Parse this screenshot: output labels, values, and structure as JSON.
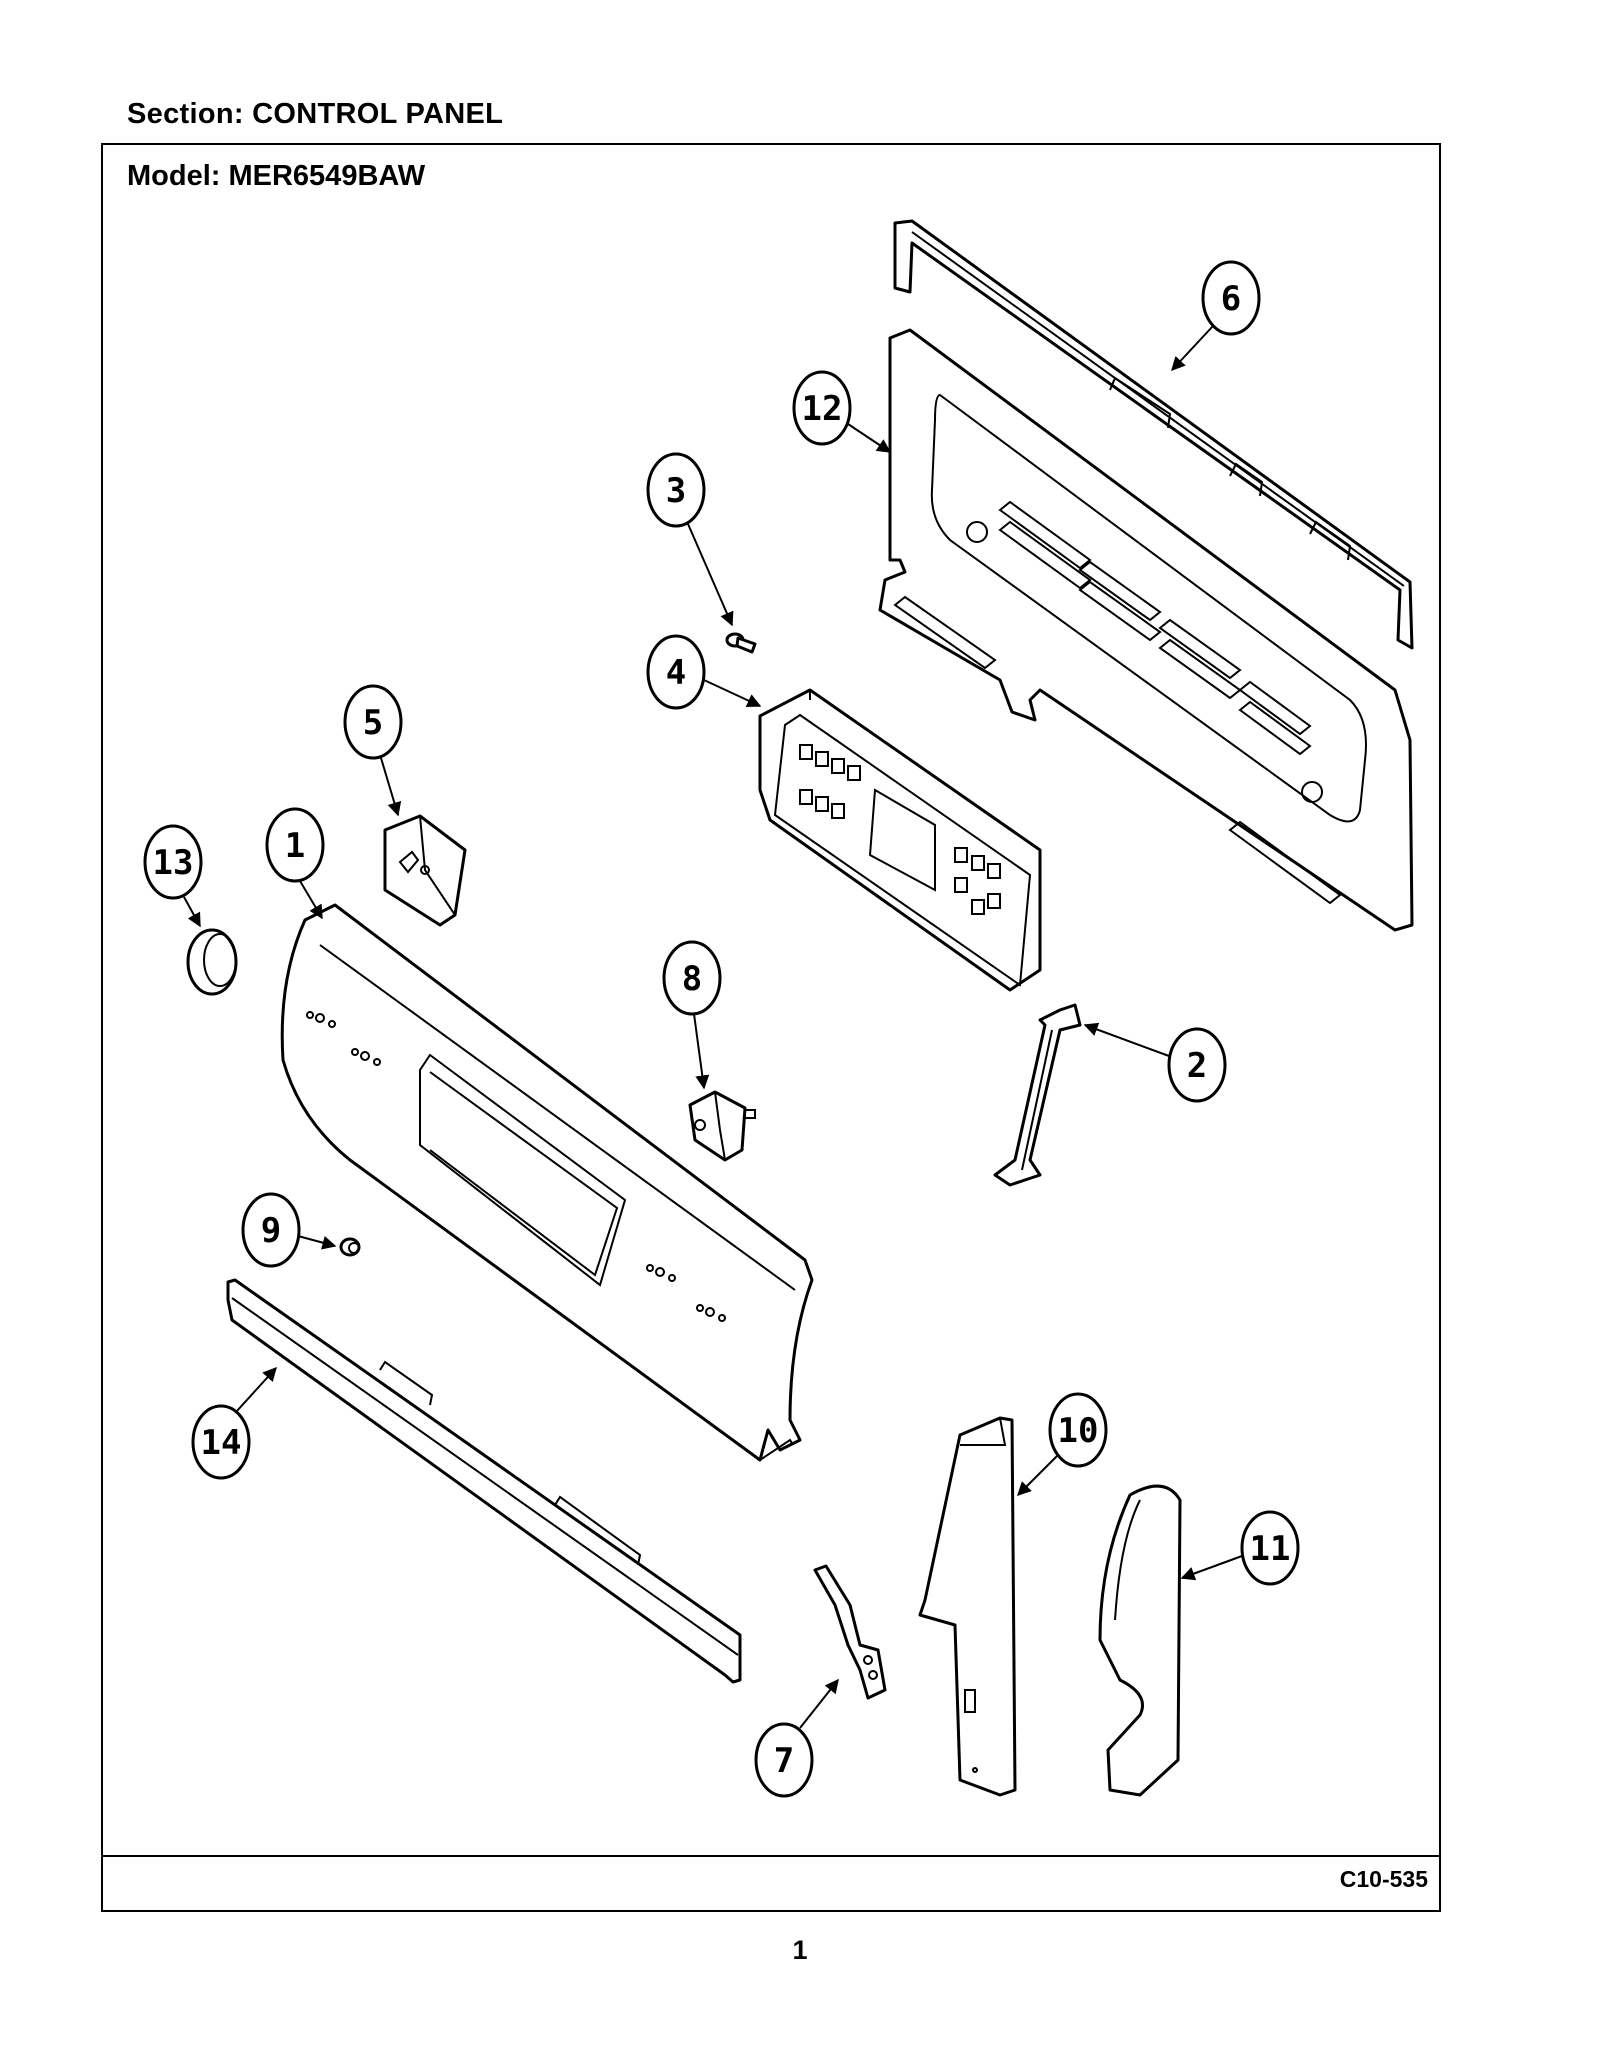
{
  "header": {
    "section_label": "Section:  CONTROL PANEL",
    "model_label": "Model:  MER6549BAW"
  },
  "diagram": {
    "code": "C10-535",
    "callouts": [
      {
        "id": "callout-1",
        "number": "1"
      },
      {
        "id": "callout-2",
        "number": "2"
      },
      {
        "id": "callout-3",
        "number": "3"
      },
      {
        "id": "callout-4",
        "number": "4"
      },
      {
        "id": "callout-5",
        "number": "5"
      },
      {
        "id": "callout-6",
        "number": "6"
      },
      {
        "id": "callout-7",
        "number": "7"
      },
      {
        "id": "callout-8",
        "number": "8"
      },
      {
        "id": "callout-9",
        "number": "9"
      },
      {
        "id": "callout-10",
        "number": "10"
      },
      {
        "id": "callout-11",
        "number": "11"
      },
      {
        "id": "callout-12",
        "number": "12"
      },
      {
        "id": "callout-13",
        "number": "13"
      },
      {
        "id": "callout-14",
        "number": "14"
      }
    ]
  },
  "footer": {
    "page_number": "1"
  }
}
